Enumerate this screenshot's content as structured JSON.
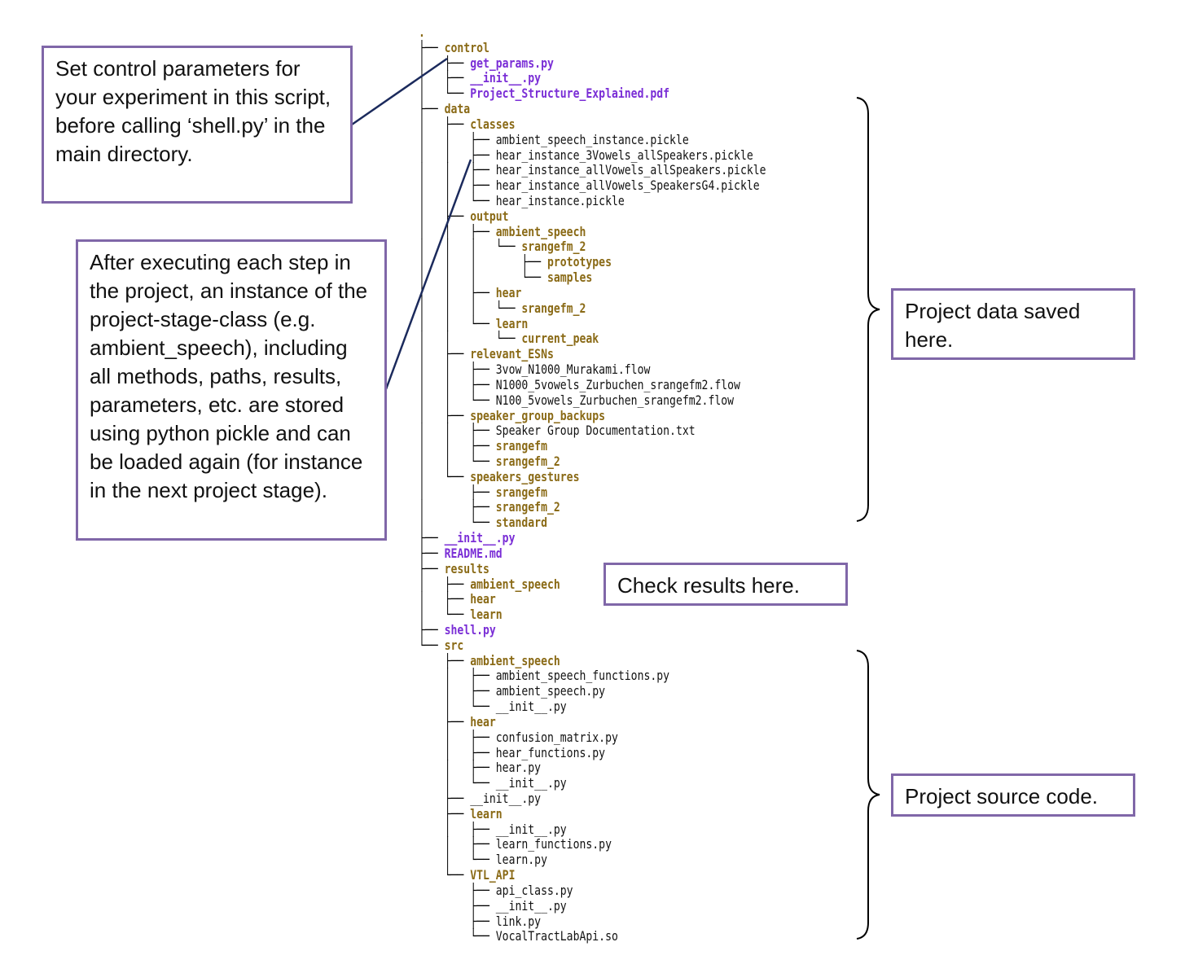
{
  "tree_rows": [
    {
      "guide": "",
      "name": ".",
      "kind": "dir"
    },
    {
      "guide": "├── ",
      "name": "control",
      "kind": "dir"
    },
    {
      "guide": "│   ├── ",
      "name": "get_params.py",
      "kind": "exe"
    },
    {
      "guide": "│   ├── ",
      "name": "__init__.py",
      "kind": "exe"
    },
    {
      "guide": "│   └── ",
      "name": "Project_Structure_Explained.pdf",
      "kind": "exe"
    },
    {
      "guide": "├── ",
      "name": "data",
      "kind": "dir"
    },
    {
      "guide": "│   ├── ",
      "name": "classes",
      "kind": "dir"
    },
    {
      "guide": "│   │   ├── ",
      "name": "ambient_speech_instance.pickle",
      "kind": "file"
    },
    {
      "guide": "│   │   ├── ",
      "name": "hear_instance_3Vowels_allSpeakers.pickle",
      "kind": "file"
    },
    {
      "guide": "│   │   ├── ",
      "name": "hear_instance_allVowels_allSpeakers.pickle",
      "kind": "file"
    },
    {
      "guide": "│   │   ├── ",
      "name": "hear_instance_allVowels_SpeakersG4.pickle",
      "kind": "file"
    },
    {
      "guide": "│   │   └── ",
      "name": "hear_instance.pickle",
      "kind": "file"
    },
    {
      "guide": "│   ├── ",
      "name": "output",
      "kind": "dir"
    },
    {
      "guide": "│   │   ├── ",
      "name": "ambient_speech",
      "kind": "dir"
    },
    {
      "guide": "│   │   │   └── ",
      "name": "srangefm_2",
      "kind": "dir"
    },
    {
      "guide": "│   │   │       ├── ",
      "name": "prototypes",
      "kind": "dir"
    },
    {
      "guide": "│   │   │       └── ",
      "name": "samples",
      "kind": "dir"
    },
    {
      "guide": "│   │   ├── ",
      "name": "hear",
      "kind": "dir"
    },
    {
      "guide": "│   │   │   └── ",
      "name": "srangefm_2",
      "kind": "dir"
    },
    {
      "guide": "│   │   └── ",
      "name": "learn",
      "kind": "dir"
    },
    {
      "guide": "│   │       └── ",
      "name": "current_peak",
      "kind": "dir"
    },
    {
      "guide": "│   ├── ",
      "name": "relevant_ESNs",
      "kind": "dir"
    },
    {
      "guide": "│   │   ├── ",
      "name": "3vow_N1000_Murakami.flow",
      "kind": "file"
    },
    {
      "guide": "│   │   ├── ",
      "name": "N1000_5vowels_Zurbuchen_srangefm2.flow",
      "kind": "file"
    },
    {
      "guide": "│   │   └── ",
      "name": "N100_5vowels_Zurbuchen_srangefm2.flow",
      "kind": "file"
    },
    {
      "guide": "│   ├── ",
      "name": "speaker_group_backups",
      "kind": "dir"
    },
    {
      "guide": "│   │   ├── ",
      "name": "Speaker Group Documentation.txt",
      "kind": "file"
    },
    {
      "guide": "│   │   ├── ",
      "name": "srangefm",
      "kind": "dir"
    },
    {
      "guide": "│   │   └── ",
      "name": "srangefm_2",
      "kind": "dir"
    },
    {
      "guide": "│   └── ",
      "name": "speakers_gestures",
      "kind": "dir"
    },
    {
      "guide": "│       ├── ",
      "name": "srangefm",
      "kind": "dir"
    },
    {
      "guide": "│       ├── ",
      "name": "srangefm_2",
      "kind": "dir"
    },
    {
      "guide": "│       └── ",
      "name": "standard",
      "kind": "dir"
    },
    {
      "guide": "├── ",
      "name": "__init__.py",
      "kind": "exe"
    },
    {
      "guide": "├── ",
      "name": "README.md",
      "kind": "exe"
    },
    {
      "guide": "├── ",
      "name": "results",
      "kind": "dir"
    },
    {
      "guide": "│   ├── ",
      "name": "ambient_speech",
      "kind": "dir"
    },
    {
      "guide": "│   ├── ",
      "name": "hear",
      "kind": "dir"
    },
    {
      "guide": "│   └── ",
      "name": "learn",
      "kind": "dir"
    },
    {
      "guide": "├── ",
      "name": "shell.py",
      "kind": "exe"
    },
    {
      "guide": "└── ",
      "name": "src",
      "kind": "dir"
    },
    {
      "guide": "    ├── ",
      "name": "ambient_speech",
      "kind": "dir"
    },
    {
      "guide": "    │   ├── ",
      "name": "ambient_speech_functions.py",
      "kind": "file"
    },
    {
      "guide": "    │   ├── ",
      "name": "ambient_speech.py",
      "kind": "file"
    },
    {
      "guide": "    │   └── ",
      "name": "__init__.py",
      "kind": "file"
    },
    {
      "guide": "    ├── ",
      "name": "hear",
      "kind": "dir"
    },
    {
      "guide": "    │   ├── ",
      "name": "confusion_matrix.py",
      "kind": "file"
    },
    {
      "guide": "    │   ├── ",
      "name": "hear_functions.py",
      "kind": "file"
    },
    {
      "guide": "    │   ├── ",
      "name": "hear.py",
      "kind": "file"
    },
    {
      "guide": "    │   └── ",
      "name": "__init__.py",
      "kind": "file"
    },
    {
      "guide": "    ├── ",
      "name": "__init__.py",
      "kind": "file"
    },
    {
      "guide": "    ├── ",
      "name": "learn",
      "kind": "dir"
    },
    {
      "guide": "    │   ├── ",
      "name": "__init__.py",
      "kind": "file"
    },
    {
      "guide": "    │   ├── ",
      "name": "learn_functions.py",
      "kind": "file"
    },
    {
      "guide": "    │   └── ",
      "name": "learn.py",
      "kind": "file"
    },
    {
      "guide": "    └── ",
      "name": "VTL_API",
      "kind": "dir"
    },
    {
      "guide": "        ├── ",
      "name": "api_class.py",
      "kind": "file"
    },
    {
      "guide": "        ├── ",
      "name": "__init__.py",
      "kind": "file"
    },
    {
      "guide": "        ├── ",
      "name": "link.py",
      "kind": "file"
    },
    {
      "guide": "        └── ",
      "name": "VocalTractLabApi.so",
      "kind": "file"
    }
  ],
  "annotations": {
    "control": "Set control parameters for your experiment in this script, before calling ‘shell.py’ in the main directory.",
    "pickle": "After executing each step in the project, an instance of the project-stage-class (e.g. ambient_speech), including all methods, paths, results, parameters, etc. are stored using python pickle and can be loaded again (for instance in the next project stage).",
    "data": "Project data saved here.",
    "results": "Check results here.",
    "src": "Project source code."
  },
  "colors": {
    "directory": "#8a6a16",
    "highlighted_file": "#7a2ed6",
    "file": "#111111",
    "box_border": "#8067a8",
    "connector": "#1b2a5c"
  }
}
